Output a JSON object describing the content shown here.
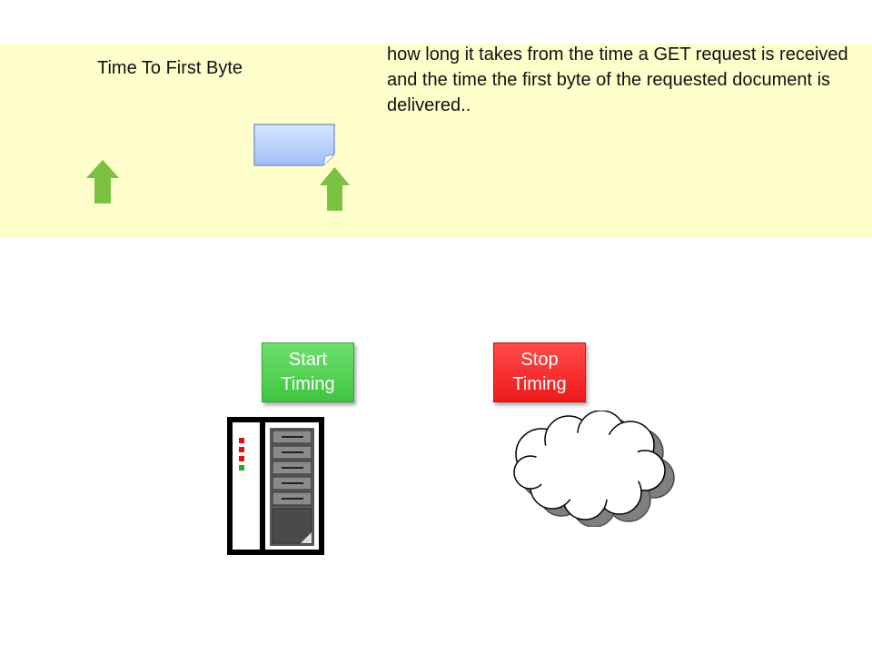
{
  "diagram": {
    "title": "Time To First Byte",
    "description": "how long it takes from the time a GET request is received and the time the first byte of the requested document is delivered..",
    "start_button": "Start\nTiming",
    "stop_button": "Stop\nTiming",
    "icons": [
      "up-arrow-icon",
      "document-icon",
      "server-icon",
      "cloud-icon"
    ],
    "colors": {
      "band": "#ffffcc",
      "arrow": "#7ac142",
      "start": "#40c440",
      "stop": "#ef1a1a",
      "document": "#bcd4ff"
    }
  }
}
